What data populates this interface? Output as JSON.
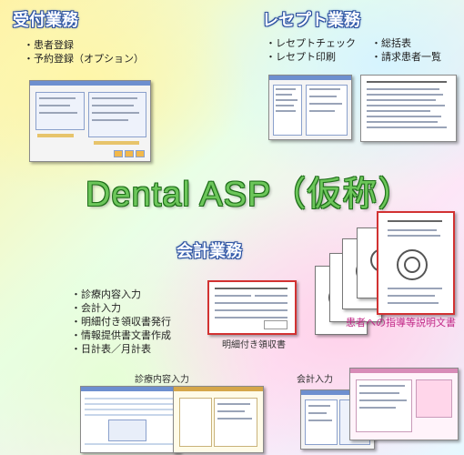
{
  "uketsuke": {
    "title": "受付業務",
    "items": [
      "患者登録",
      "予約登録（オプション）"
    ]
  },
  "receipt": {
    "title": "レセプト業務",
    "items_left": [
      "レセプトチェック",
      "レセプト印刷"
    ],
    "items_right": [
      "総括表",
      "請求患者一覧"
    ]
  },
  "main_title": "Dental ASP（仮称）",
  "kaikei": {
    "title": "会計業務",
    "items": [
      "診療内容入力",
      "会計入力",
      "明細付き領収書発行",
      "情報提供書文書作成",
      "日計表／月計表"
    ]
  },
  "captions": {
    "receipt_detail": "明細付き領収書",
    "patient_docs": "患者への指導等説明文書",
    "shinryo": "診療内容入力",
    "kaikei_input": "会計入力"
  },
  "colors": {
    "title_outline": "#1d3f8a",
    "main_title_fill": "#6cc65a",
    "patient_docs_caption": "#c22a88",
    "receipt_caption": "#222222"
  }
}
